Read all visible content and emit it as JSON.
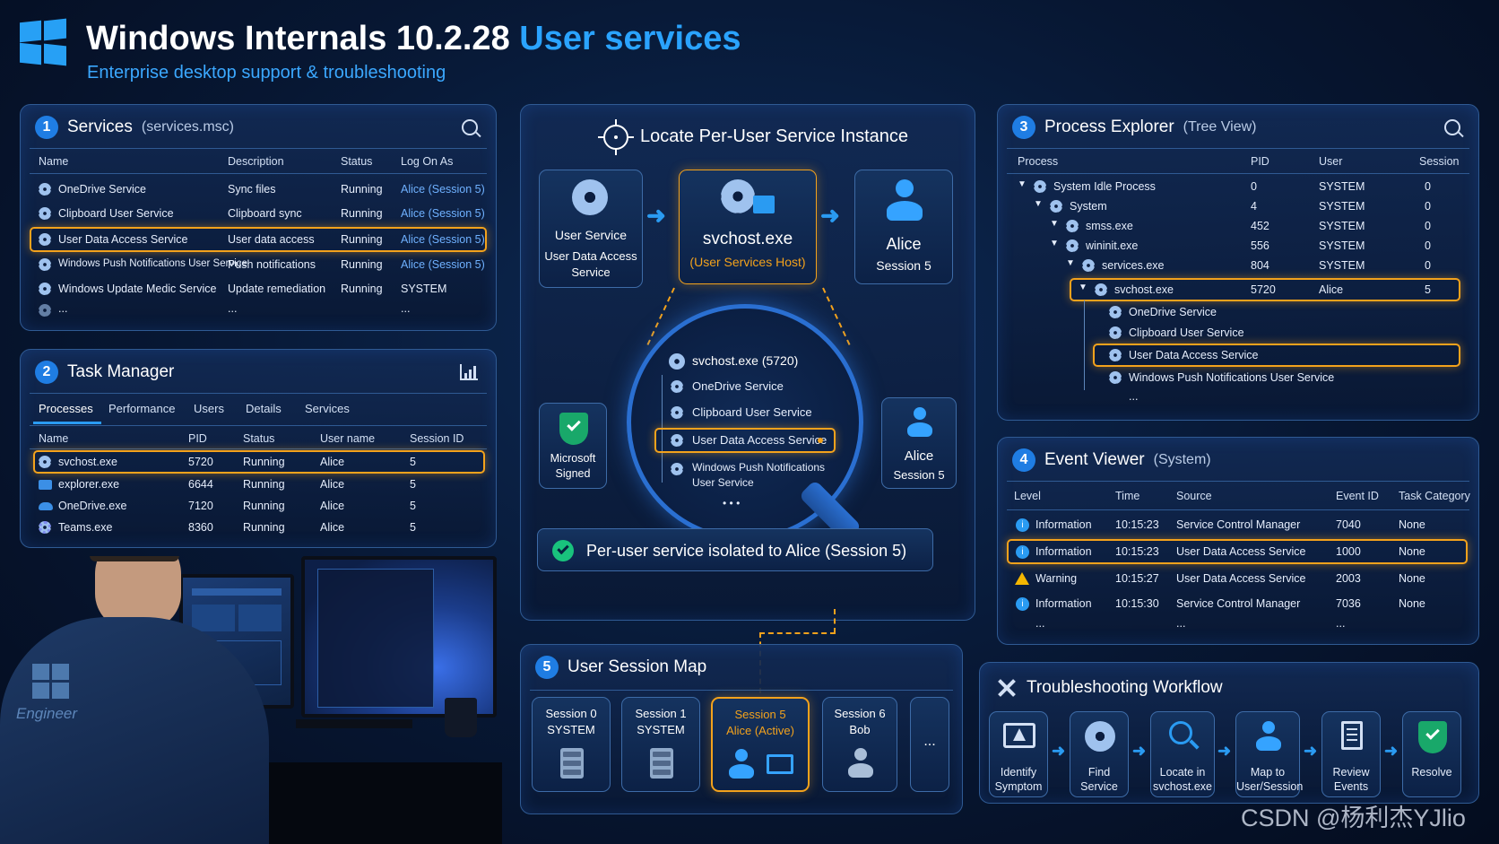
{
  "header": {
    "title": "Windows Internals 10.2.28",
    "title_accent": "User services",
    "subtitle": "Enterprise desktop support & troubleshooting"
  },
  "services": {
    "num": "1",
    "title": "Services",
    "sub": "(services.msc)",
    "columns": [
      "Name",
      "Description",
      "Status",
      "Log On As"
    ],
    "rows": [
      [
        "OneDrive Service",
        "Sync files",
        "Running",
        "Alice (Session 5)"
      ],
      [
        "Clipboard User Service",
        "Clipboard sync",
        "Running",
        "Alice (Session 5)"
      ],
      [
        "User Data Access Service",
        "User data access",
        "Running",
        "Alice (Session 5)"
      ],
      [
        "Windows Push Notifications User Service",
        "Push notifications",
        "Running",
        "Alice (Session 5)"
      ],
      [
        "Windows Update Medic Service",
        "Update remediation",
        "Running",
        "SYSTEM"
      ],
      [
        "...",
        "...",
        "",
        "..."
      ]
    ]
  },
  "taskmgr": {
    "num": "2",
    "title": "Task Manager",
    "tabs": [
      "Processes",
      "Performance",
      "Users",
      "Details",
      "Services"
    ],
    "columns": [
      "Name",
      "PID",
      "Status",
      "User name",
      "Session ID"
    ],
    "rows": [
      [
        "svchost.exe",
        "5720",
        "Running",
        "Alice",
        "5"
      ],
      [
        "explorer.exe",
        "6644",
        "Running",
        "Alice",
        "5"
      ],
      [
        "OneDrive.exe",
        "7120",
        "Running",
        "Alice",
        "5"
      ],
      [
        "Teams.exe",
        "8360",
        "Running",
        "Alice",
        "5"
      ]
    ]
  },
  "engineer": {
    "label": "Engineer"
  },
  "locate": {
    "title": "Locate Per-User Service Instance",
    "card1": {
      "l1": "User Service",
      "l2": "User Data Access",
      "l3": "Service"
    },
    "card2": {
      "l1": "svchost.exe",
      "l2": "(User Services Host)"
    },
    "card3": {
      "l1": "Alice",
      "l2": "Session 5"
    },
    "lens": {
      "host": "svchost.exe (5720)",
      "items": [
        "OneDrive Service",
        "Clipboard User Service",
        "User Data Access Service",
        "Windows Push Notifications",
        "User Service"
      ],
      "more": "• • •"
    },
    "signed": {
      "l1": "Microsoft",
      "l2": "Signed"
    },
    "alice": {
      "l1": "Alice",
      "l2": "Session 5"
    },
    "banner": "Per-user service isolated to Alice (Session 5)"
  },
  "procexp": {
    "num": "3",
    "title": "Process Explorer",
    "sub": "(Tree View)",
    "columns": [
      "Process",
      "PID",
      "User",
      "Session"
    ],
    "rows": [
      [
        "System Idle Process",
        "0",
        "SYSTEM",
        "0"
      ],
      [
        "System",
        "4",
        "SYSTEM",
        "0"
      ],
      [
        "smss.exe",
        "452",
        "SYSTEM",
        "0"
      ],
      [
        "wininit.exe",
        "556",
        "SYSTEM",
        "0"
      ],
      [
        "services.exe",
        "804",
        "SYSTEM",
        "0"
      ],
      [
        "svchost.exe",
        "5720",
        "Alice",
        "5"
      ]
    ],
    "children": [
      "OneDrive Service",
      "Clipboard User Service",
      "User Data Access Service",
      "Windows Push Notifications User Service",
      "..."
    ]
  },
  "events": {
    "num": "4",
    "title": "Event Viewer",
    "sub": "(System)",
    "columns": [
      "Level",
      "Time",
      "Source",
      "Event ID",
      "Task Category"
    ],
    "rows": [
      [
        "Information",
        "10:15:23",
        "Service Control Manager",
        "7040",
        "None"
      ],
      [
        "Information",
        "10:15:23",
        "User Data Access Service",
        "1000",
        "None"
      ],
      [
        "Warning",
        "10:15:27",
        "User Data Access Service",
        "2003",
        "None"
      ],
      [
        "Information",
        "10:15:30",
        "Service Control Manager",
        "7036",
        "None"
      ],
      [
        "...",
        "",
        "...",
        "...",
        ""
      ]
    ]
  },
  "sessions": {
    "num": "5",
    "title": "User Session Map",
    "items": [
      {
        "l1": "Session 0",
        "l2": "SYSTEM"
      },
      {
        "l1": "Session 1",
        "l2": "SYSTEM"
      },
      {
        "l1": "Session 5",
        "l2": "Alice (Active)"
      },
      {
        "l1": "Session 6",
        "l2": "Bob"
      }
    ],
    "more": "..."
  },
  "workflow": {
    "title": "Troubleshooting Workflow",
    "steps": [
      {
        "l1": "Identify",
        "l2": "Symptom"
      },
      {
        "l1": "Find",
        "l2": "Service"
      },
      {
        "l1": "Locate in",
        "l2": "svchost.exe"
      },
      {
        "l1": "Map to",
        "l2": "User/Session"
      },
      {
        "l1": "Review",
        "l2": "Events"
      },
      {
        "l1": "Resolve",
        "l2": ""
      }
    ]
  },
  "watermark": "CSDN @杨利杰YJlio",
  "colors": {
    "accent": "#1f7de3",
    "highlight": "#f3a21c",
    "link": "#6fb1ff",
    "success": "#19c37d",
    "warning": "#f5b700"
  }
}
